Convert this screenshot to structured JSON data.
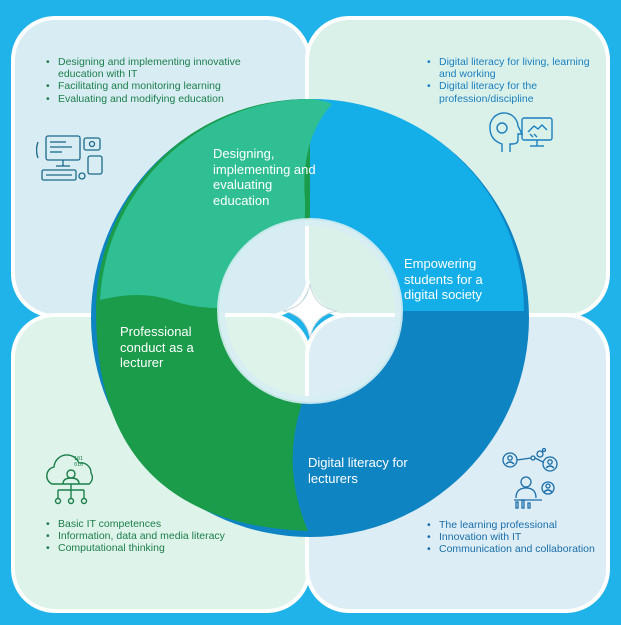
{
  "quadrants": {
    "top_left": {
      "items": [
        "Designing and implementing innovative education with IT",
        "Facilitating and monitoring learning",
        "Evaluating and modifying education"
      ]
    },
    "top_right": {
      "items": [
        "Digital literacy for living, learning and working",
        "Digital literacy for the profession/discipline"
      ]
    },
    "bottom_left": {
      "items": [
        "Basic IT competences",
        "Information, data and media literacy",
        "Computational thinking"
      ]
    },
    "bottom_right": {
      "items": [
        "The learning professional",
        "Innovation with IT",
        "Communication and collaboration"
      ]
    }
  },
  "segments": {
    "design": "Designing, implementing and evaluating education",
    "empower": "Empowering students for a digital society",
    "conduct": "Professional conduct as a lecturer",
    "literacy": "Digital literacy for lecturers"
  },
  "colors": {
    "background": "#20b3ea",
    "design": "#2fbf93",
    "empower": "#14aee9",
    "conduct": "#1a9c4b",
    "literacy": "#0f84c3"
  },
  "icons": {
    "top_left": "computer-devices-icon",
    "top_right": "head-handshake-icon",
    "bottom_left": "cloud-user-binary-icon",
    "bottom_right": "network-people-icon"
  }
}
